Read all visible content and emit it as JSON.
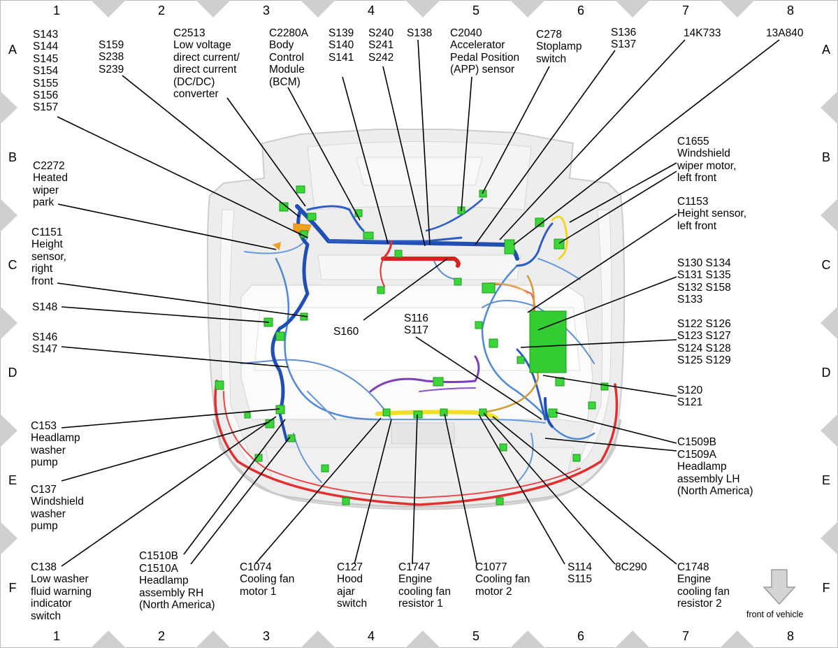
{
  "grid": {
    "columns": [
      "1",
      "2",
      "3",
      "4",
      "5",
      "6",
      "7",
      "8"
    ],
    "rows": [
      "A",
      "B",
      "C",
      "D",
      "E",
      "F"
    ]
  },
  "direction_label": "front of vehicle",
  "callouts": {
    "s143_group": [
      "S143",
      "S144",
      "S145",
      "S154",
      "S155",
      "S156",
      "S157"
    ],
    "s159_group": [
      "S159",
      "S238",
      "S239"
    ],
    "c2513": [
      "C2513",
      "Low voltage",
      "direct current/",
      "direct current",
      "(DC/DC)",
      "converter"
    ],
    "c2280a": [
      "C2280A",
      "Body",
      "Control",
      "Module",
      "(BCM)"
    ],
    "s139_group": [
      "S139",
      "S140",
      "S141"
    ],
    "s240_group": [
      "S240",
      "S241",
      "S242"
    ],
    "s138": [
      "S138"
    ],
    "c2040": [
      "C2040",
      "Accelerator",
      "Pedal Position",
      "(APP) sensor"
    ],
    "c278": [
      "C278",
      "Stoplamp",
      "switch"
    ],
    "s136_group": [
      "S136",
      "S137"
    ],
    "k14k733": [
      "14K733"
    ],
    "a13a840": [
      "13A840"
    ],
    "c2272": [
      "C2272",
      "Heated",
      "wiper",
      "park"
    ],
    "c1655": [
      "C1655",
      "Windshield",
      "wiper motor,",
      "left front"
    ],
    "c1151": [
      "C1151",
      "Height",
      "sensor,",
      "right",
      "front"
    ],
    "c1153": [
      "C1153",
      "Height sensor,",
      "left front"
    ],
    "s130_group": [
      "S130 S134",
      "S131 S135",
      "S132 S158",
      "S133"
    ],
    "s148": [
      "S148"
    ],
    "s160": [
      "S160"
    ],
    "s116_group": [
      "S116",
      "S117"
    ],
    "s122_group": [
      "S122 S126",
      "S123 S127",
      "S124 S128",
      "S125 S129"
    ],
    "s146_group": [
      "S146",
      "S147"
    ],
    "s120_group": [
      "S120",
      "S121"
    ],
    "c153": [
      "C153",
      "Headlamp",
      "washer",
      "pump"
    ],
    "c1509b": [
      "C1509B"
    ],
    "c1509a": [
      "C1509A",
      "Headlamp",
      "assembly LH",
      "(North America)"
    ],
    "c137": [
      "C137",
      "Windshield",
      "washer",
      "pump"
    ],
    "c138": [
      "C138",
      "Low washer",
      "fluid warning",
      "indicator",
      "switch"
    ],
    "c1510b": [
      "C1510B"
    ],
    "c1510a": [
      "C1510A",
      "Headlamp",
      "assembly RH",
      "(North America)"
    ],
    "c1074": [
      "C1074",
      "Cooling fan",
      "motor 1"
    ],
    "c127": [
      "C127",
      "Hood",
      "ajar",
      "switch"
    ],
    "c1747": [
      "C1747",
      "Engine",
      "cooling fan",
      "resistor 1"
    ],
    "c1077": [
      "C1077",
      "Cooling fan",
      "motor 2"
    ],
    "s114_group": [
      "S114",
      "S115"
    ],
    "c8c290": [
      "8C290"
    ],
    "c1748": [
      "C1748",
      "Engine",
      "cooling fan",
      "resistor 2"
    ]
  }
}
